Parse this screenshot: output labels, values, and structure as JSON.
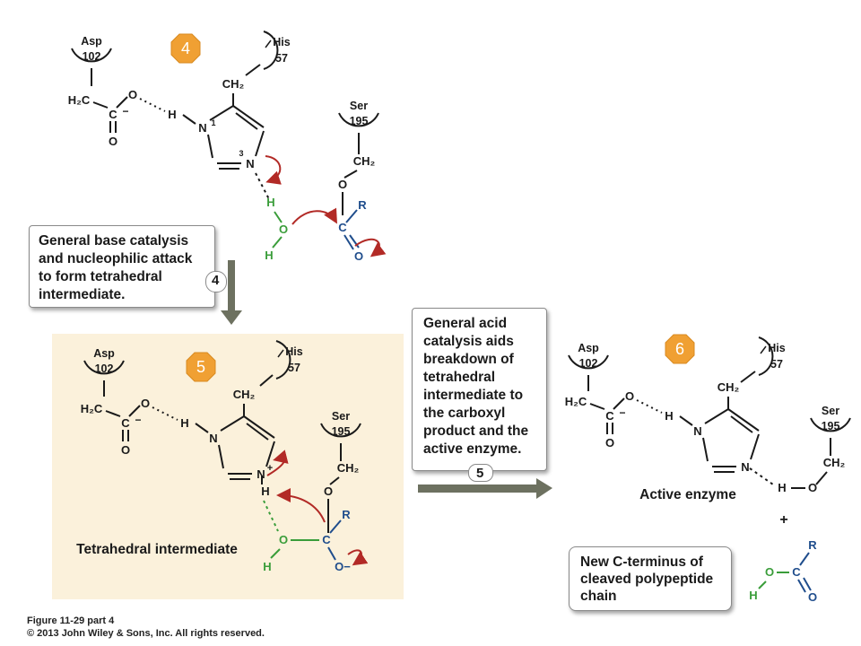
{
  "step_badges": [
    "4",
    "5",
    "6"
  ],
  "residues": {
    "asp": {
      "name": "Asp",
      "num": "102"
    },
    "his": {
      "name": "His",
      "num": "57"
    },
    "ser": {
      "name": "Ser",
      "num": "195"
    }
  },
  "atoms": {
    "h2c": "H₂C",
    "ch2": "CH₂",
    "C": "C",
    "O": "O",
    "N": "N",
    "H": "H",
    "R": "R",
    "minus": "−",
    "O_minus": "O−",
    "N_plus": "N+",
    "ring_n1": "1",
    "ring_n3": "3"
  },
  "annotations": {
    "box4": [
      "General base catalysis",
      "and nucleophilic attack",
      "to form tetrahedral",
      "intermediate."
    ],
    "box4_step": "4",
    "box5": [
      "General acid",
      "catalysis aids",
      "breakdown of",
      "tetrahedral",
      "intermediate to",
      "the carboxyl",
      "product and the",
      "active enzyme."
    ],
    "box5_step": "5",
    "tetrahedral_label": "Tetrahedral intermediate",
    "active_enzyme_label": "Active enzyme",
    "plus": "+",
    "new_terminus": [
      "New C-terminus of",
      "cleaved polypeptide",
      "chain"
    ]
  },
  "footer": {
    "figure": "Figure 11-29 part 4",
    "copyright": "© 2013 John Wiley & Sons, Inc. All rights reserved."
  },
  "colors": {
    "badge": "#f0a033",
    "panel_bg": "#fbf1db",
    "arrow": "#6d7160",
    "red_arrow": "#b22a26",
    "green": "#3a9d3a",
    "blue": "#1f4d8c",
    "black": "#1a1a1a"
  }
}
